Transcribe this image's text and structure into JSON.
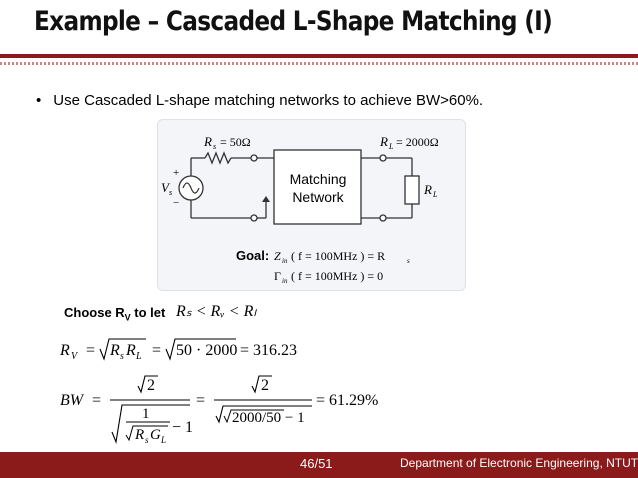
{
  "slide": {
    "title": "Example – Cascaded L-Shape Matching (I)",
    "bullet": "Use Cascaded L-shape matching networks to achieve BW>60%.",
    "bullet_marker": "•"
  },
  "circuit": {
    "rs_label": "R",
    "rs_sub": "s",
    "rs_value": "= 50Ω",
    "rl_label": "R",
    "rl_sub": "L",
    "rl_value": "= 2000Ω",
    "vs_label": "V",
    "vs_sub": "s",
    "plus": "+",
    "minus": "−",
    "box_line1": "Matching",
    "box_line2": "Network",
    "rl_box_label": "R",
    "rl_box_sub": "L",
    "goal_label": "Goal:",
    "goal_eq1": "Z",
    "goal_eq1_sub": "in",
    "goal_eq1_rest": "( f = 100MHz ) = R",
    "goal_eq1_end_sub": "s",
    "goal_eq2": "Γ",
    "goal_eq2_sub": "in",
    "goal_eq2_rest": "( f = 100MHz ) = 0"
  },
  "choose": {
    "text": "Choose R",
    "sub": "V",
    "tail": " to let",
    "ineq": "Rₛ < Rᵥ < Rₗ"
  },
  "eq_rv": {
    "lhs": "R",
    "lhs_sub": "V",
    "mid": "R",
    "mid_sub1": "s",
    "mid2": "R",
    "mid_sub2": "L",
    "num": "50 · 2000",
    "result": "= 316.23"
  },
  "eq_bw": {
    "lhs": "BW",
    "sqrt2": "2",
    "one": "1",
    "minus_one": "− 1",
    "rsgl": "R",
    "rsgl_sub1": "s",
    "rsgl2": "G",
    "rsgl_sub2": "L",
    "ratio": "2000/50 − 1",
    "result": "= 61.29%"
  },
  "footer": {
    "page": "46/51",
    "dept": "Department of Electronic Engineering, NTUT"
  },
  "colors": {
    "accent": "#8b1a1a"
  }
}
